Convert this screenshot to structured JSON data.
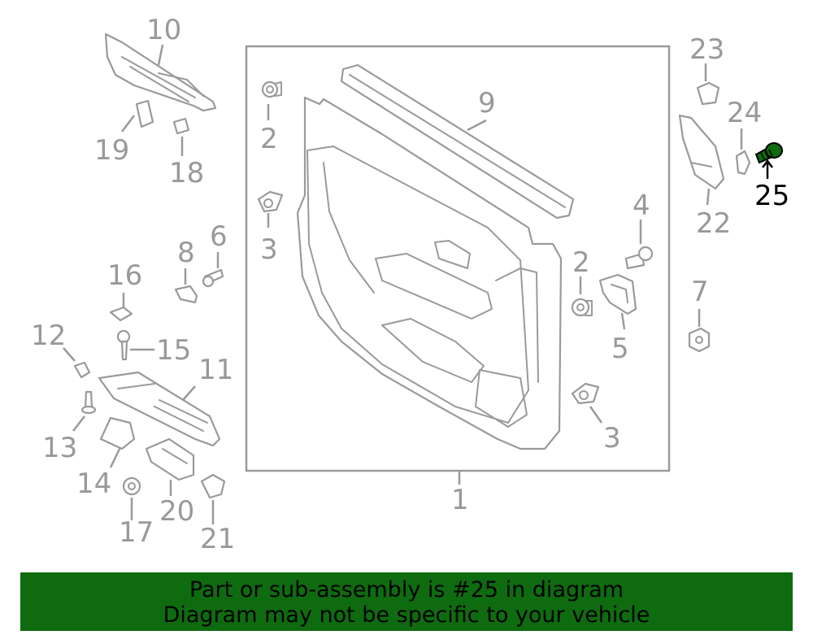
{
  "labels": {
    "l1": "1",
    "l2a": "2",
    "l2b": "2",
    "l3a": "3",
    "l3b": "3",
    "l4": "4",
    "l5": "5",
    "l6": "6",
    "l7": "7",
    "l8": "8",
    "l9": "9",
    "l10": "10",
    "l11": "11",
    "l12": "12",
    "l13": "13",
    "l14": "14",
    "l15": "15",
    "l16": "16",
    "l17": "17",
    "l18": "18",
    "l19": "19",
    "l20": "20",
    "l21": "21",
    "l22": "22",
    "l23": "23",
    "l24": "24",
    "l25": "25"
  },
  "highlight": {
    "part_number": "25",
    "color": "#0f6b0f"
  },
  "colors": {
    "banner_bg": "#0f6b0f",
    "line_gray": "#9a9a9a",
    "label_gray": "#999999"
  },
  "banner": {
    "line1": "Part or sub-assembly is #25 in diagram",
    "line2": "Diagram may not be specific to your vehicle"
  }
}
